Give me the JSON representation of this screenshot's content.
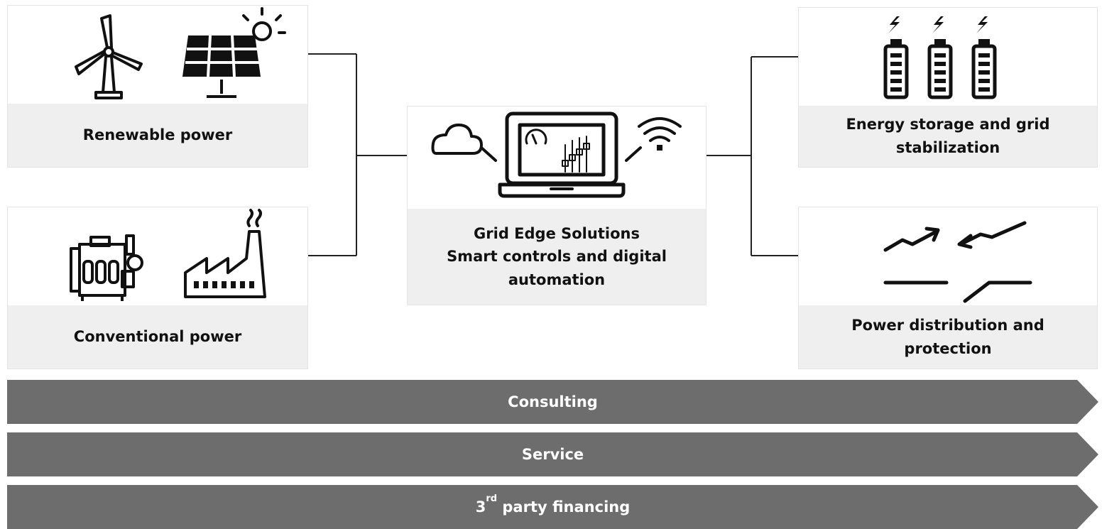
{
  "nodes": {
    "renewable": {
      "label": "Renewable power"
    },
    "conventional": {
      "label": "Conventional power"
    },
    "center": {
      "line1": "Grid Edge Solutions",
      "line2": "Smart controls and digital",
      "line3": "automation"
    },
    "storage": {
      "line1": "Energy storage and grid",
      "line2": "stabilization"
    },
    "distribution": {
      "line1": "Power distribution and",
      "line2": "protection"
    }
  },
  "banners": {
    "consulting": "Consulting",
    "service": "Service",
    "financing": {
      "prefix": "3",
      "superscript": "rd",
      "text": " party financing"
    }
  },
  "icons": {
    "renewable": [
      "wind-turbine-icon",
      "solar-panel-icon"
    ],
    "conventional": [
      "engine-icon",
      "factory-icon"
    ],
    "center": [
      "cloud-icon",
      "laptop-icon",
      "wifi-icon"
    ],
    "storage": [
      "battery-icon"
    ],
    "distribution": [
      "switch-symbol-icon"
    ]
  },
  "colors": {
    "banner": "#6d6d6d",
    "label_bg": "#efefef",
    "icon": "#111111"
  }
}
